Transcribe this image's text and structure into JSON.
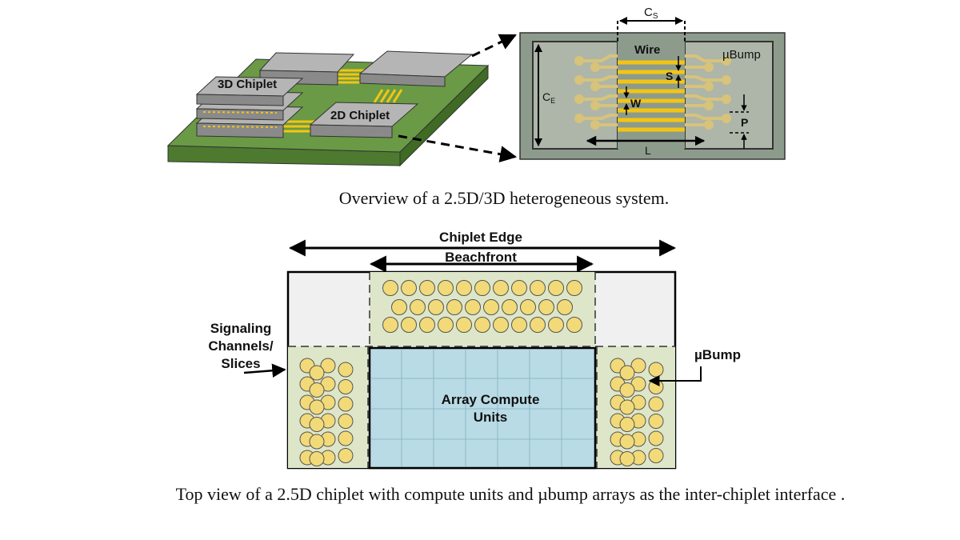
{
  "top": {
    "iso": {
      "chip_3d": "3D Chiplet",
      "chip_2d": "2D Chiplet"
    },
    "detail": {
      "cs": "C",
      "cs_sub": "S",
      "ce": "C",
      "ce_sub": "E",
      "wire": "Wire",
      "ubump": "µBump",
      "s": "S",
      "w": "W",
      "p": "P",
      "l": "L"
    },
    "caption": "Overview of a 2.5D/3D heterogeneous system."
  },
  "bottom": {
    "chiplet_edge": "Chiplet Edge",
    "beachfront": "Beachfront",
    "signaling_lines": [
      "Signaling",
      "Channels/",
      "Slices"
    ],
    "ubump": "µBump",
    "compute_lines": [
      "Array Compute",
      "Units"
    ],
    "caption": "Top view of a 2.5D chiplet with compute units and µbump arrays as  the inter-chiplet interface ."
  },
  "colors": {
    "board_green": "#6a9a45",
    "chip_gray": "#a7a7a7",
    "detail_bg": "#8d9b8d",
    "wire_yellow": "#f2c515",
    "bump_fill": "#f2da78",
    "pad_green": "#dde6c9",
    "compute_blue": "#b8dbe6",
    "corner_gray": "#f0f0f0"
  }
}
